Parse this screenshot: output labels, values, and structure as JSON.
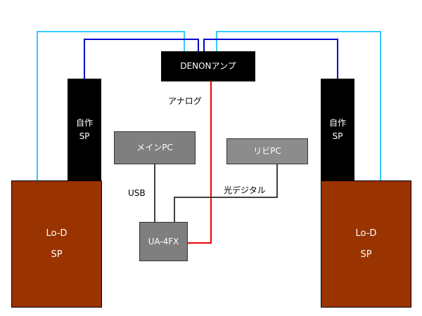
{
  "diagram": {
    "amp": {
      "label": "DENONアンプ"
    },
    "left_tweeter": {
      "line1": "自作",
      "line2": "SP"
    },
    "right_tweeter": {
      "line1": "自作",
      "line2": "SP"
    },
    "left_woofer": {
      "line1": "Lo-D",
      "line2": "SP"
    },
    "right_woofer": {
      "line1": "Lo-D",
      "line2": "SP"
    },
    "main_pc": {
      "label": "メインPC"
    },
    "sub_pc": {
      "label": "リビPC"
    },
    "usb_interface": {
      "label": "UA-4FX"
    },
    "labels": {
      "analog": "アナログ",
      "usb": "USB",
      "optical": "光デジタル"
    },
    "colors": {
      "cyan_wire": "#33ccff",
      "blue_wire": "#0000cc",
      "red_wire": "#ee0000",
      "black_wire": "#000000",
      "woofer": "#993300"
    }
  }
}
